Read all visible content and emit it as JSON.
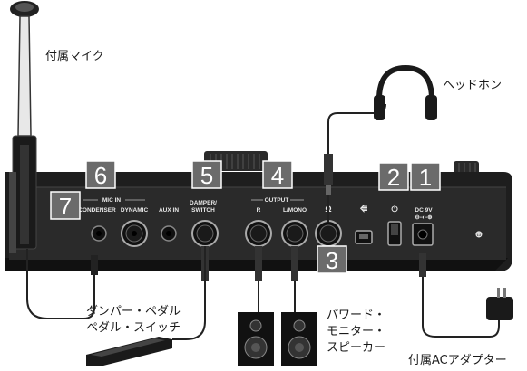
{
  "callouts": {
    "mic": "付属マイク",
    "headphones": "ヘッドホン",
    "pedal": [
      "ダンパー・ペダル",
      "ペダル・スイッチ"
    ],
    "monitors": [
      "パワード・",
      "モニター・",
      "スピーカー"
    ],
    "adapter": "付属ACアダプター"
  },
  "panel": {
    "mic_in": "MIC IN",
    "condenser": "CONDENSER",
    "dynamic": "DYNAMIC",
    "aux_in": "AUX IN",
    "damper": [
      "DAMPER/",
      "SWITCH"
    ],
    "output": "OUTPUT",
    "r": "R",
    "lmono": "L/MONO",
    "phones_sym": "Ω",
    "usb_sym": "⭅",
    "power_sym": "⏻",
    "dc": "DC 9V",
    "dc_polarity": "⊖-◐-⊕",
    "ground_sym": "⊕"
  },
  "badges": [
    "1",
    "2",
    "3",
    "4",
    "5",
    "6",
    "7"
  ],
  "colors": {
    "badge_bg": "#6b6b6b",
    "device": "#1e1e1e",
    "panel": "#2a2a2a",
    "line": "#222222"
  }
}
